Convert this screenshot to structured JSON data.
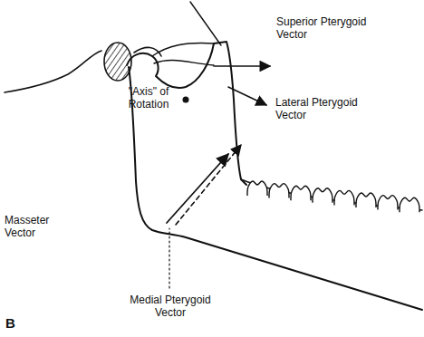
{
  "diagram": {
    "labels": [
      "Superior Pterygoid Vector",
      "Lateral Pterygoid Vector",
      "\"Axis\" of Rotation",
      "Masseter Vector",
      "Medial Pterygoid Vector",
      "B"
    ]
  }
}
